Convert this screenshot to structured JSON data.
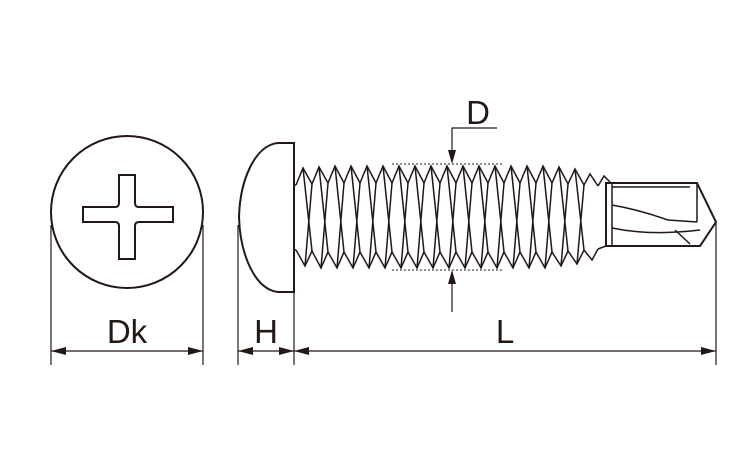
{
  "labels": {
    "head_diameter": "Dk",
    "head_height": "H",
    "length": "L",
    "thread_diameter": "D"
  },
  "colors": {
    "line": "#231815",
    "background": "#ffffff"
  }
}
